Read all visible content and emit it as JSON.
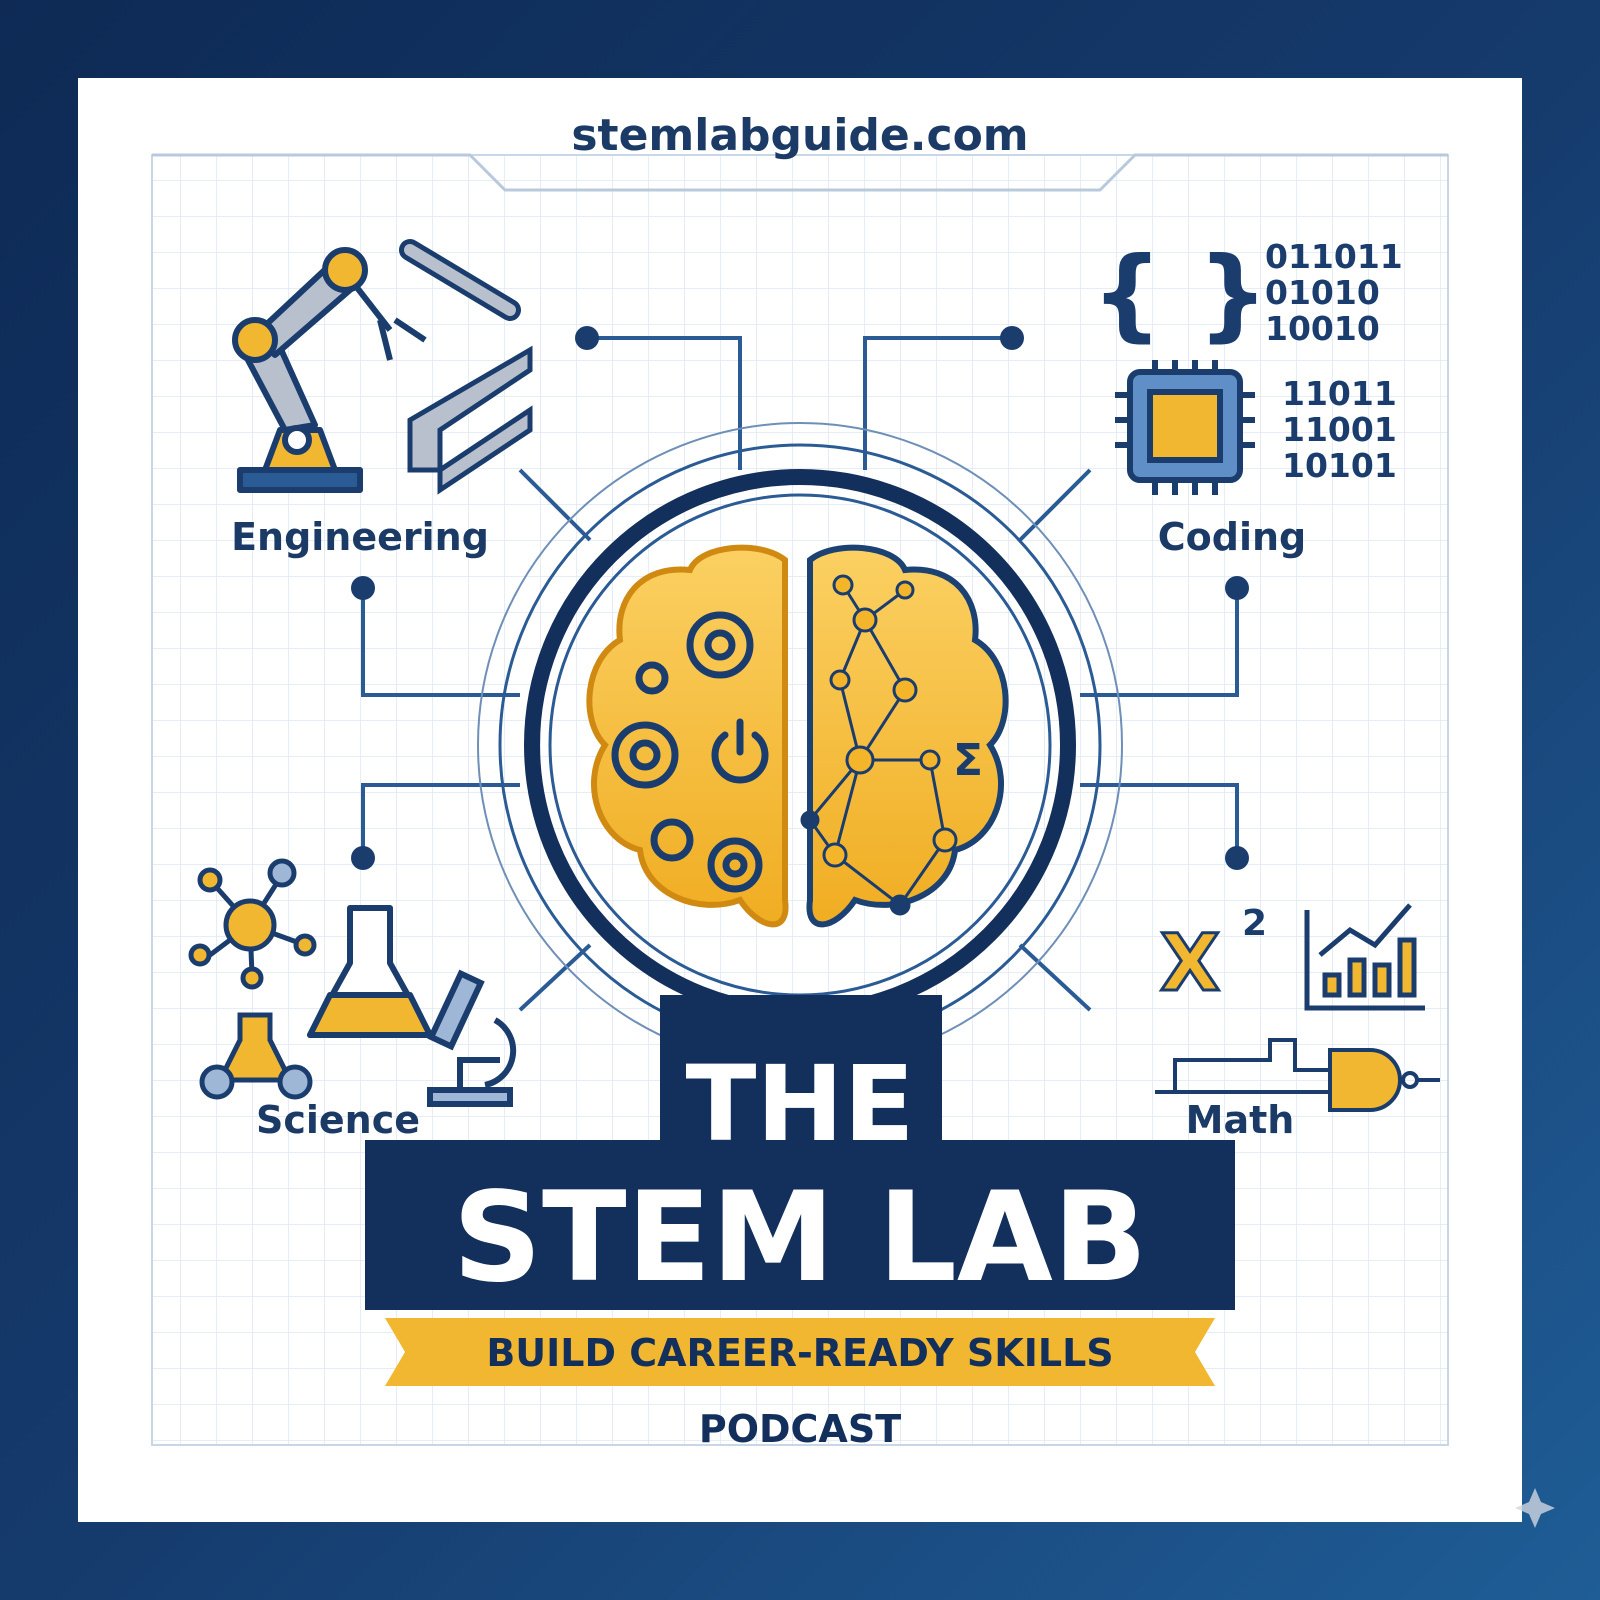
{
  "site": "stemlabguide.com",
  "categories": {
    "engineering": "Engineering",
    "coding": "Coding",
    "science": "Science",
    "math": "Math"
  },
  "binary": {
    "top": [
      "011011",
      "01010",
      "10010"
    ],
    "chip": [
      "11011",
      "11001",
      "10101"
    ]
  },
  "brain_symbols": {
    "sigma": "Σ"
  },
  "math_symbol": {
    "base": "X",
    "exponent": "2"
  },
  "title": {
    "line1": "THE",
    "line2": "STEM LAB"
  },
  "tagline": "BUILD CAREER-READY SKILLS",
  "subtitle": "PODCAST",
  "colors": {
    "navy": "#132f5c",
    "yellow": "#f2b731",
    "background": "#153a6c",
    "card": "#ffffff"
  }
}
